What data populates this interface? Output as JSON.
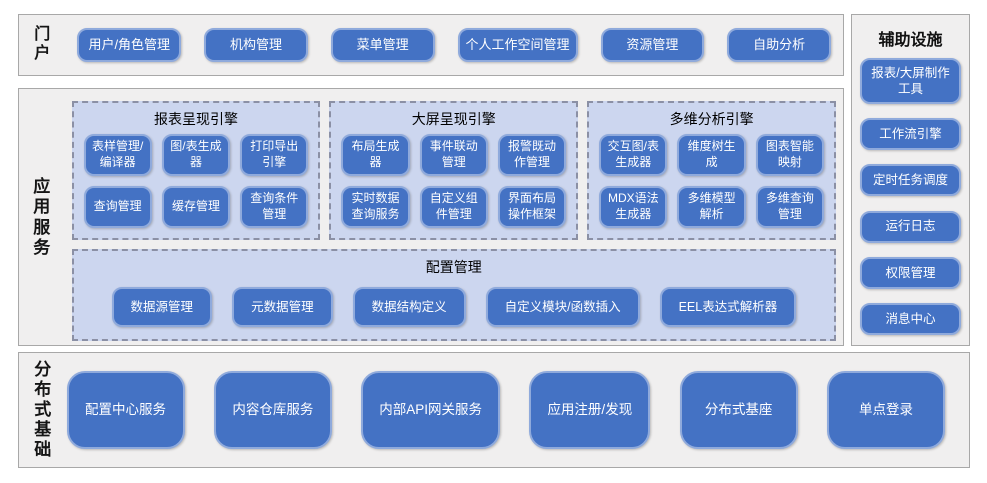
{
  "colors": {
    "page_bg": "#ffffff",
    "section_bg": "#f0efef",
    "section_border": "#a8a8a8",
    "group_bg": "#ccd6ef",
    "group_border_dashed": "#8b90a5",
    "button_bg": "#4472c4",
    "button_border": "#8faadc",
    "button_text": "#ffffff"
  },
  "portal": {
    "label": "门户",
    "buttons": [
      "用户/角色管理",
      "机构管理",
      "菜单管理",
      "个人工作空间管理",
      "资源管理",
      "自助分析"
    ]
  },
  "app_services": {
    "label": "应用服务",
    "engines": [
      {
        "title": "报表呈现引擎",
        "buttons": [
          "表样管理/编译器",
          "图/表生成器",
          "打印导出引擎",
          "查询管理",
          "缓存管理",
          "查询条件管理"
        ]
      },
      {
        "title": "大屏呈现引擎",
        "buttons": [
          "布局生成器",
          "事件联动管理",
          "报警既动作管理",
          "实时数据查询服务",
          "自定义组件管理",
          "界面布局操作框架"
        ]
      },
      {
        "title": "多维分析引擎",
        "buttons": [
          "交互图/表生成器",
          "维度树生成",
          "图表智能映射",
          "MDX语法生成器",
          "多维模型解析",
          "多维查询管理"
        ]
      }
    ],
    "config": {
      "title": "配置管理",
      "buttons": [
        "数据源管理",
        "元数据管理",
        "数据结构定义",
        "自定义模块/函数插入",
        "EEL表达式解析器"
      ]
    }
  },
  "aux": {
    "title": "辅助设施",
    "buttons": [
      "报表/大屏制作工具",
      "工作流引擎",
      "定时任务调度",
      "运行日志",
      "权限管理",
      "消息中心"
    ]
  },
  "foundation": {
    "label": "分布式基础",
    "buttons": [
      "配置中心服务",
      "内容仓库服务",
      "内部API网关服务",
      "应用注册/发现",
      "分布式基座",
      "单点登录"
    ]
  }
}
